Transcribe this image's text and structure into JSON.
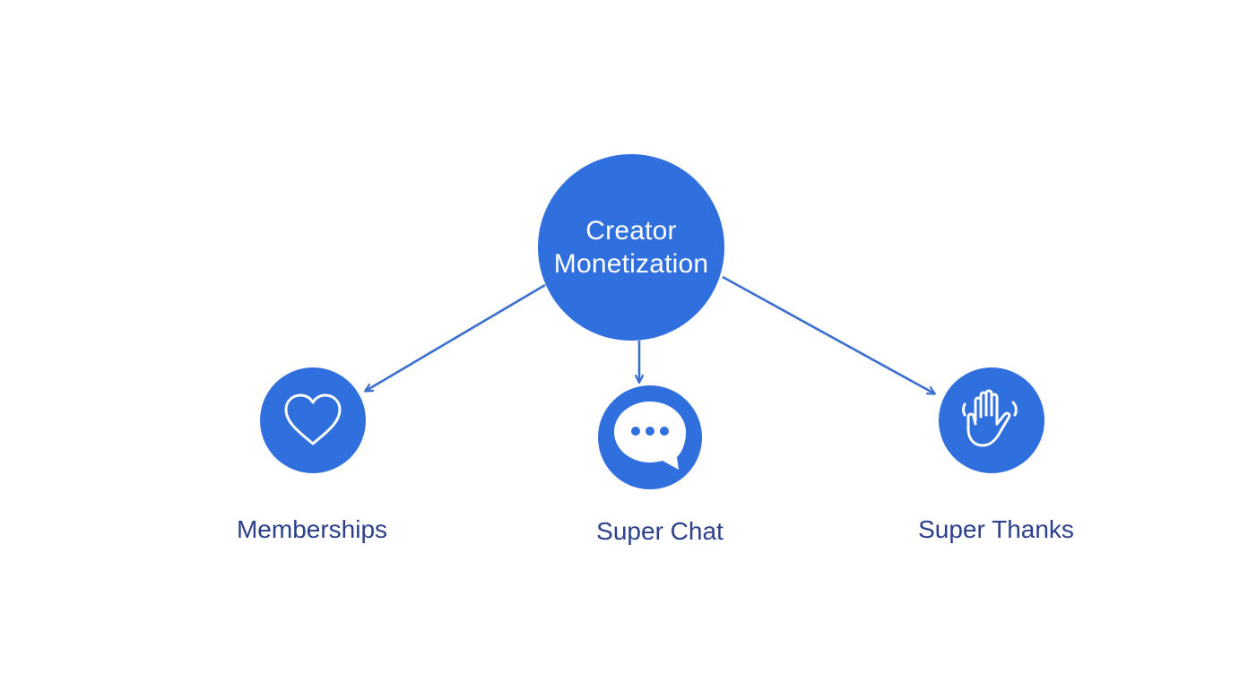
{
  "colors": {
    "node_fill": "#2f6fde",
    "edge": "#3b6fcf",
    "label_text": "#2b3f8a",
    "center_text": "#ffffff",
    "icon_stroke": "#ffffff",
    "background": "#ffffff"
  },
  "center": {
    "line1": "Creator",
    "line2": "Monetization"
  },
  "nodes": [
    {
      "label": "Memberships",
      "icon": "heart-icon"
    },
    {
      "label": "Super Chat",
      "icon": "chat-bubble-icon"
    },
    {
      "label": "Super Thanks",
      "icon": "hand-wave-icon"
    }
  ]
}
